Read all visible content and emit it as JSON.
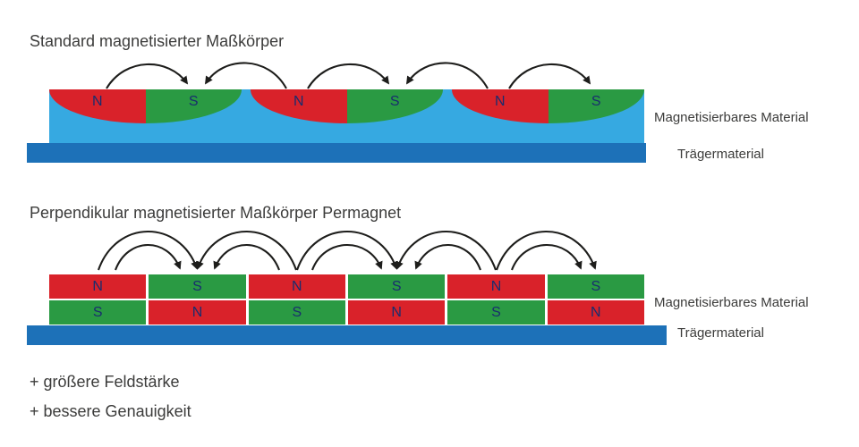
{
  "titles": {
    "standard": "Standard magnetisierter Maßkörper",
    "perpendicular": "Perpendikular magnetisierter Maßkörper Permagnet"
  },
  "side_labels": {
    "material": "Magnetisierbares Material",
    "carrier": "Trägermaterial"
  },
  "diagram1": {
    "poles": [
      "N",
      "S",
      "N",
      "S",
      "N",
      "S"
    ]
  },
  "diagram2": {
    "top_row": [
      "N",
      "S",
      "N",
      "S",
      "N",
      "S"
    ],
    "bottom_row": [
      "S",
      "N",
      "S",
      "N",
      "S",
      "N"
    ]
  },
  "advantages": [
    "+ größere Feldstärke",
    "+ bessere Genauigkeit"
  ],
  "colors": {
    "pole_red": "#d9222a",
    "pole_green": "#2a9a43",
    "material_blue": "#36a9e1",
    "carrier_blue": "#1d71b8",
    "pole_letter": "#192d6e",
    "text": "#3c3c3b",
    "arrow": "#1d1d1b"
  }
}
